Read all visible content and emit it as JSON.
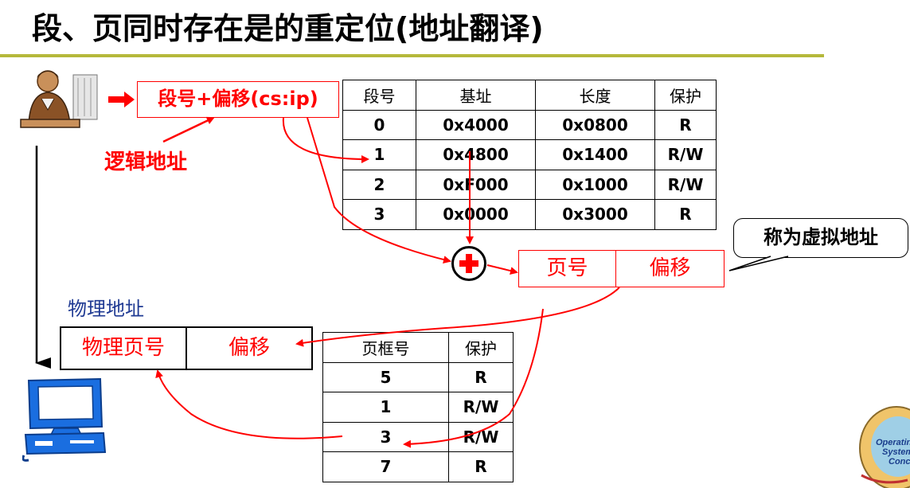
{
  "title": "段、页同时存在是的重定位(地址翻译)",
  "logical_address": {
    "box_text": "段号+偏移(cs:ip)",
    "label": "逻辑地址"
  },
  "segment_table": {
    "headers": [
      "段号",
      "基址",
      "长度",
      "保护"
    ],
    "rows": [
      [
        "0",
        "0x4000",
        "0x0800",
        "R"
      ],
      [
        "1",
        "0x4800",
        "0x1400",
        "R/W"
      ],
      [
        "2",
        "0xF000",
        "0x1000",
        "R/W"
      ],
      [
        "3",
        "0x0000",
        "0x3000",
        "R"
      ]
    ]
  },
  "virtual_address": {
    "page_number": "页号",
    "offset": "偏移",
    "callout": "称为虚拟地址"
  },
  "physical_address": {
    "label": "物理地址",
    "frame_number": "物理页号",
    "offset": "偏移"
  },
  "page_table": {
    "headers": [
      "页框号",
      "保护"
    ],
    "rows": [
      [
        "5",
        "R"
      ],
      [
        "1",
        "R/W"
      ],
      [
        "3",
        "R/W"
      ],
      [
        "7",
        "R"
      ]
    ]
  },
  "colors": {
    "accent": "#ff0000",
    "rule": "#b5b83a",
    "label_blue": "#1f3a93",
    "computer_blue": "#1a6ee0"
  },
  "icons": [
    "user-at-desk-icon",
    "computer-icon",
    "plus-operator-icon",
    "os-book-logo-icon"
  ]
}
